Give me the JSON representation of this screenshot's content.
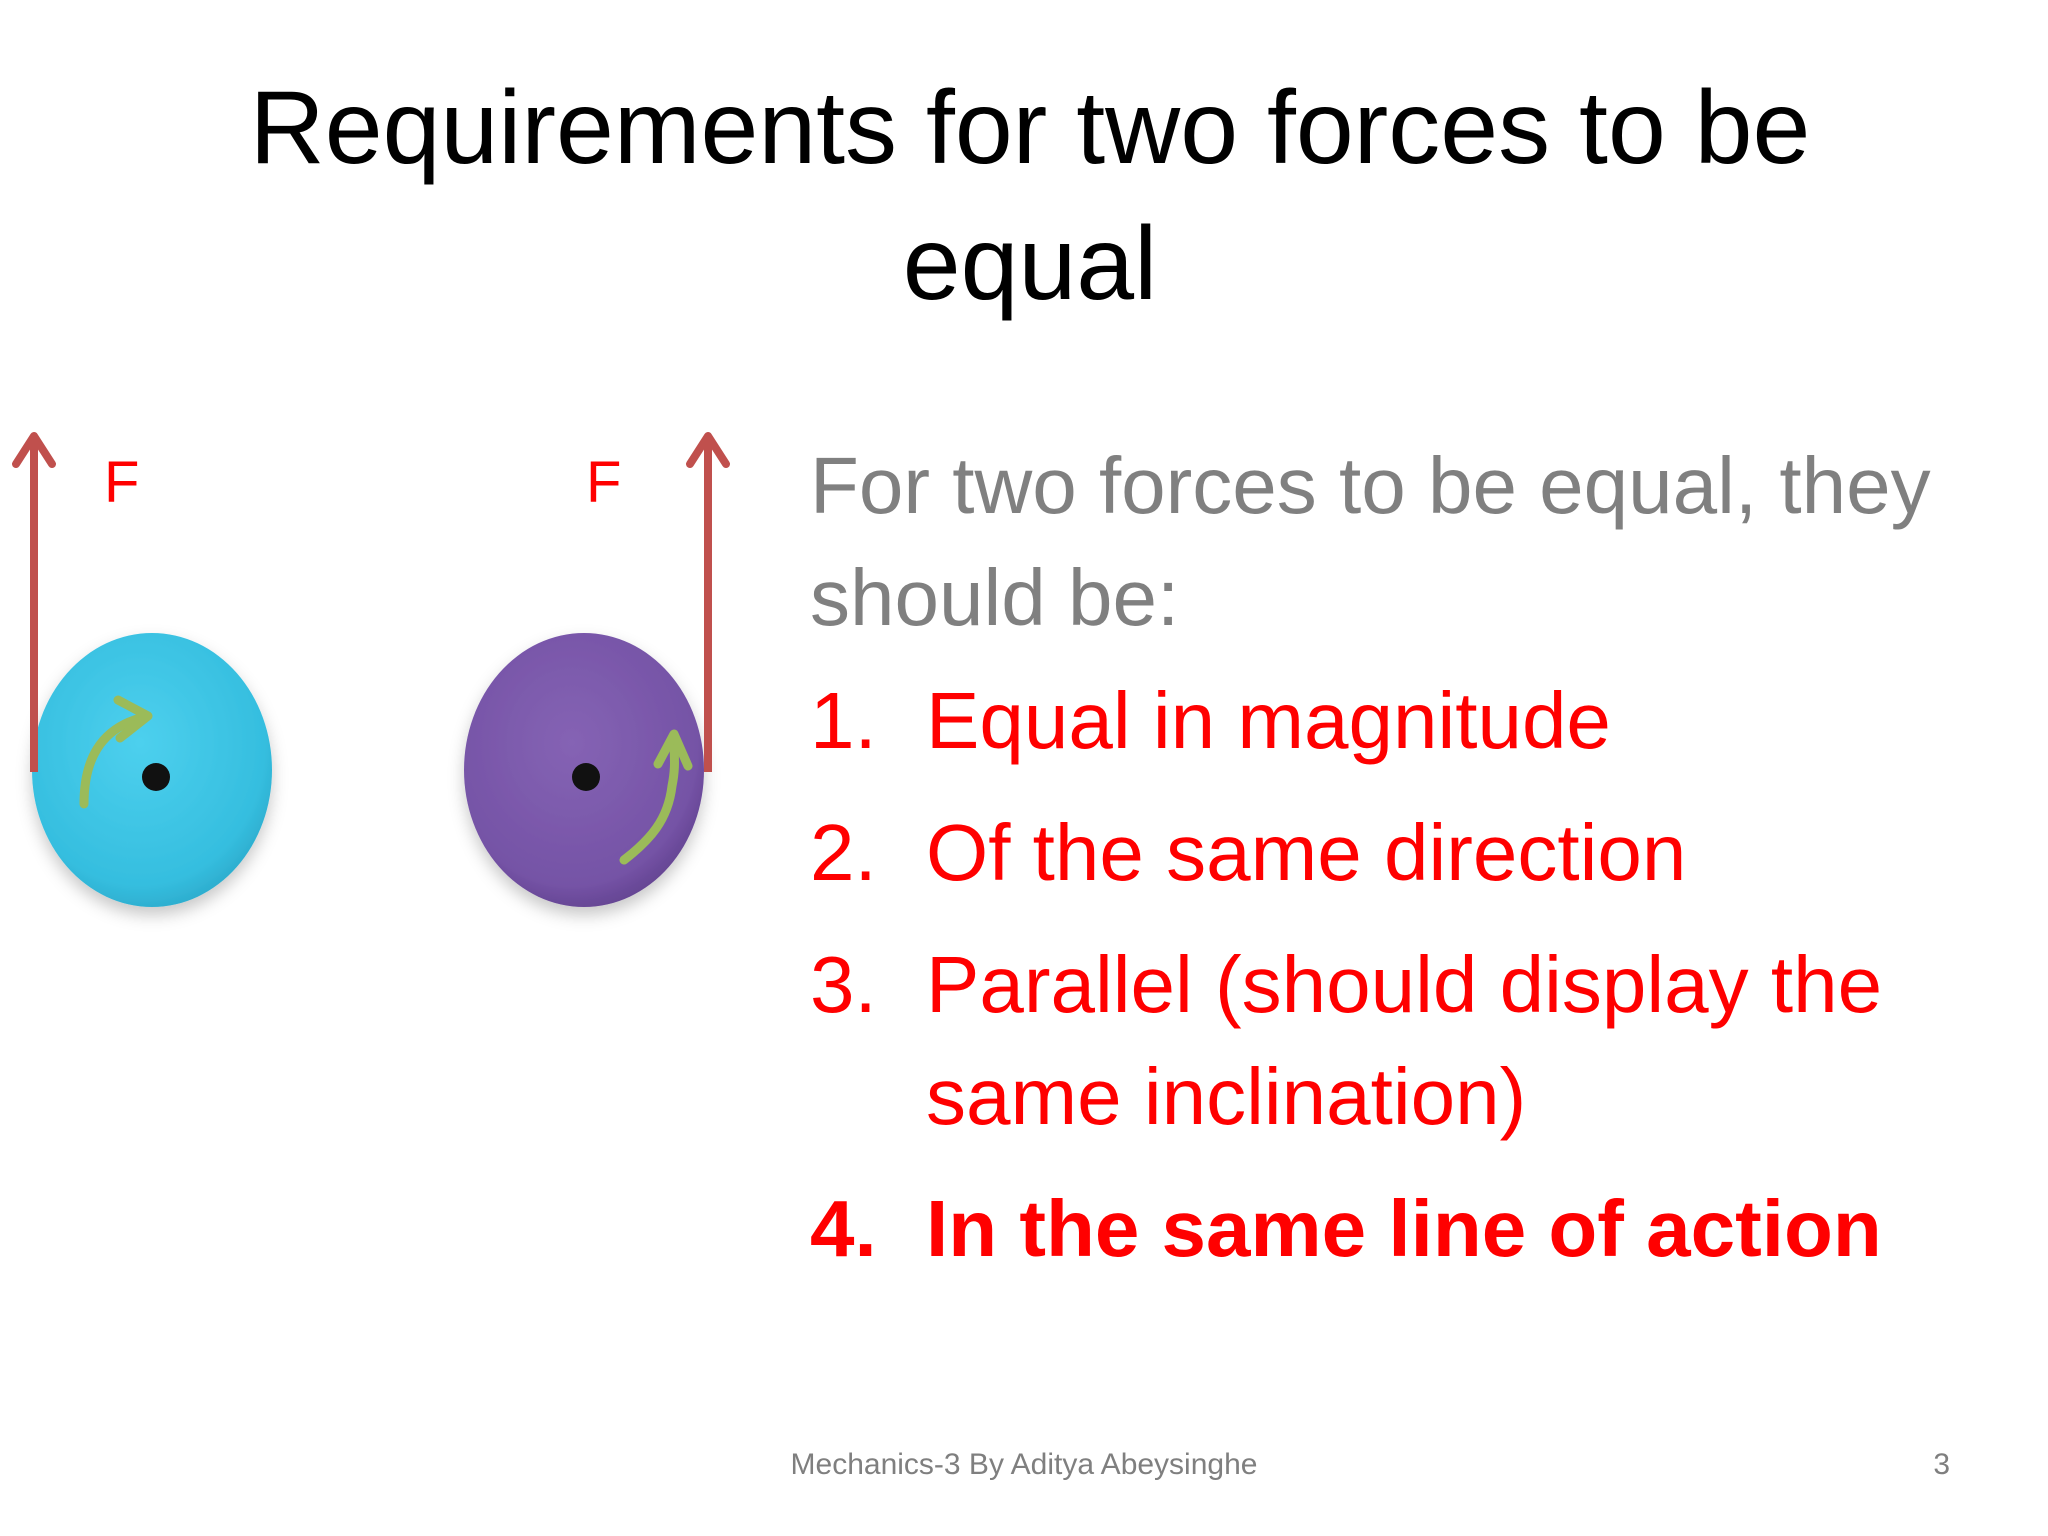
{
  "slide": {
    "title": "Requirements for two forces to be equal",
    "diagram": {
      "force_label_left": "F",
      "force_label_right": "F",
      "colors": {
        "arrow": "#c0504d",
        "disc_left": "#3fc4e4",
        "disc_right": "#7a56a8",
        "curved_arrow": "#9bbb59",
        "label": "#ff0000"
      }
    },
    "intro": "For two forces to be equal, they should be:",
    "requirements": [
      {
        "number": "1.",
        "text": "Equal in magnitude"
      },
      {
        "number": "2.",
        "text": "Of the same direction"
      },
      {
        "number": "3.",
        "text": "Parallel (should display the same inclination)"
      },
      {
        "number": "4.",
        "text": "In the same line of action"
      }
    ],
    "footer": "Mechanics-3 By Aditya Abeysinghe",
    "page_number": "3"
  }
}
